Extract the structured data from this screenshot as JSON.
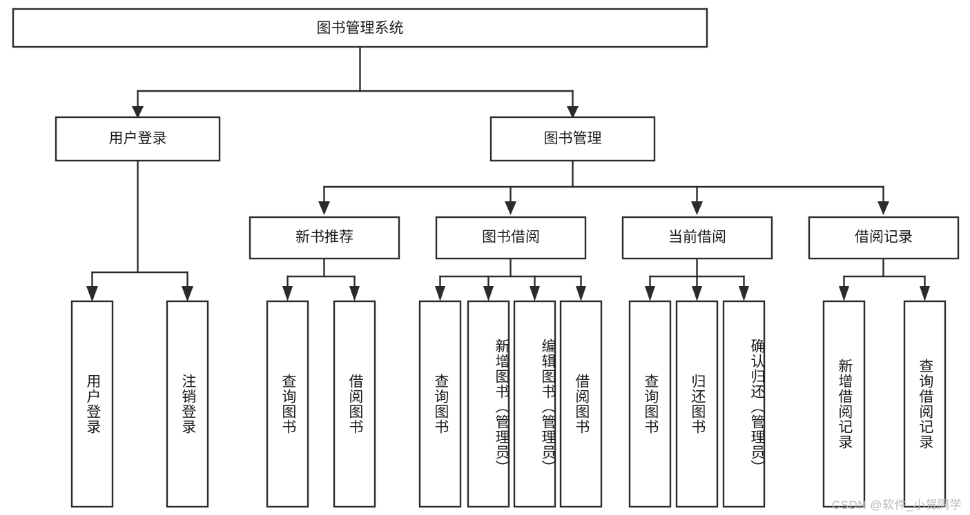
{
  "diagram": {
    "title": "图书管理系统",
    "type": "tree-hierarchy",
    "root": {
      "label": "图书管理系统"
    },
    "level2": [
      {
        "label": "用户登录"
      },
      {
        "label": "图书管理"
      }
    ],
    "level3": [
      {
        "label": "新书推荐"
      },
      {
        "label": "图书借阅"
      },
      {
        "label": "当前借阅"
      },
      {
        "label": "借阅记录"
      }
    ],
    "leaves": {
      "user_login": [
        {
          "label": "用户登录"
        },
        {
          "label": "注销登录"
        }
      ],
      "new_book_recommend": [
        {
          "label": "查询图书"
        },
        {
          "label": "借阅图书"
        }
      ],
      "book_borrow": [
        {
          "label": "查询图书"
        },
        {
          "label": "新增图书（管理员）"
        },
        {
          "label": "编辑图书（管理员）"
        },
        {
          "label": "借阅图书"
        }
      ],
      "current_borrow": [
        {
          "label": "查询图书"
        },
        {
          "label": "归还图书"
        },
        {
          "label": "确认归还（管理员）"
        }
      ],
      "borrow_record": [
        {
          "label": "新增借阅记录"
        },
        {
          "label": "查询借阅记录"
        }
      ]
    }
  },
  "watermark": {
    "text": "CSDN @软件_小贺同学"
  },
  "colors": {
    "stroke": "#2b2b2b",
    "fill": "#ffffff",
    "text": "#1b1b1b",
    "watermark": "#b9b9b9"
  }
}
